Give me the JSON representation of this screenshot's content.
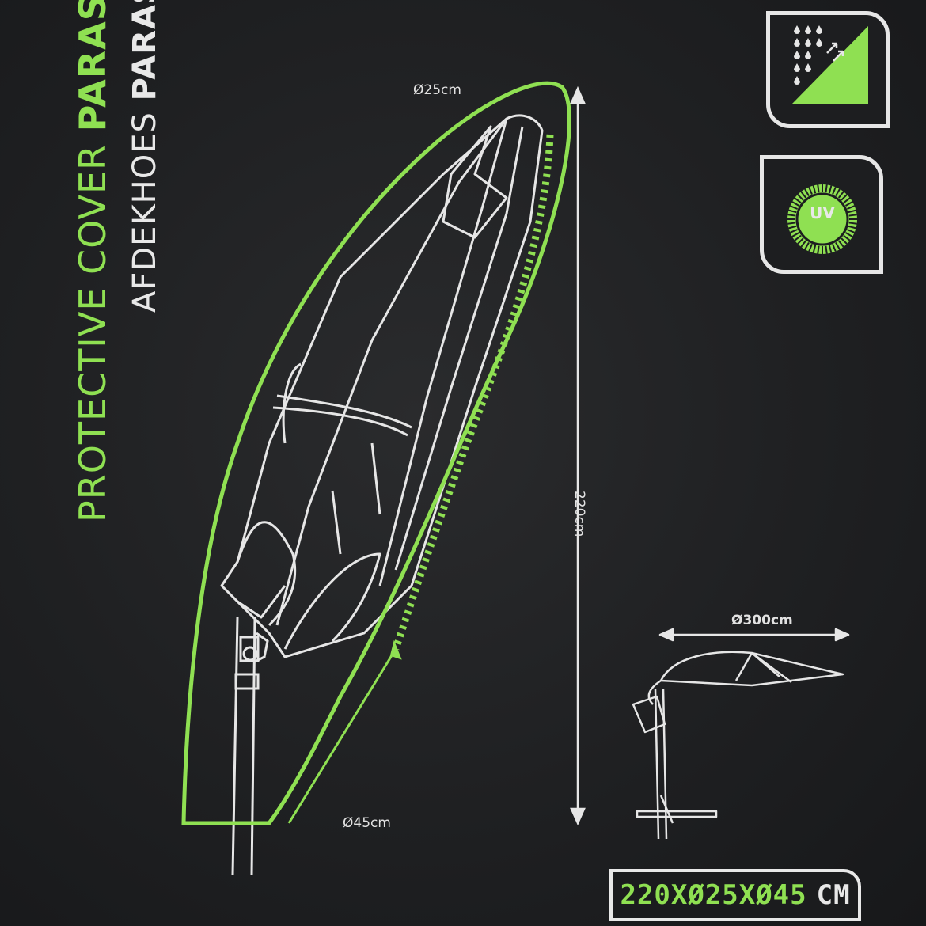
{
  "title": {
    "line1_light": "PROTECTIVE COVER",
    "line1_bold": "PARASOL",
    "line2_light": "AFDEKHOES",
    "line2_bold": "PARASOL"
  },
  "dimensions": {
    "top_diameter": "Ø25cm",
    "bottom_diameter": "Ø45cm",
    "height": "220cm",
    "canopy_span": "Ø300cm"
  },
  "size_label": {
    "value": "220XØ25XØ45",
    "unit": "CM"
  },
  "badges": {
    "rain_icon": "waterproof-icon",
    "uv_icon": "uv-resistant-icon",
    "uv_text": "UV"
  },
  "colors": {
    "background": "#1f2022",
    "accent": "#8fe052",
    "line": "#e6e6e6"
  }
}
